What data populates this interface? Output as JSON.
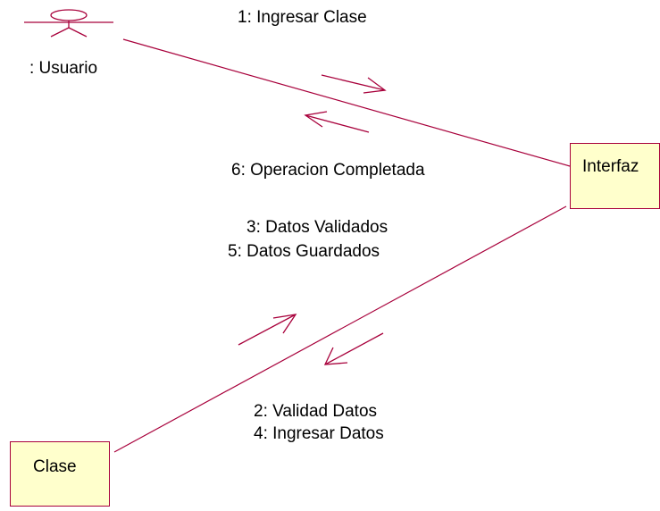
{
  "actor": {
    "label": ": Usuario"
  },
  "objects": {
    "interfaz": {
      "label": "Interfaz"
    },
    "clase": {
      "label": "Clase"
    }
  },
  "messages": {
    "usuario_to_interfaz": [
      "1: Ingresar Clase"
    ],
    "interfaz_to_usuario": [
      "6: Operacion Completada"
    ],
    "clase_to_interfaz": [
      "3: Datos Validados",
      "5: Datos Guardados"
    ],
    "interfaz_to_clase": [
      "2: Validad Datos",
      "4: Ingresar Datos"
    ]
  },
  "colors": {
    "line": "#a8003b",
    "box_fill": "#ffffcc"
  }
}
